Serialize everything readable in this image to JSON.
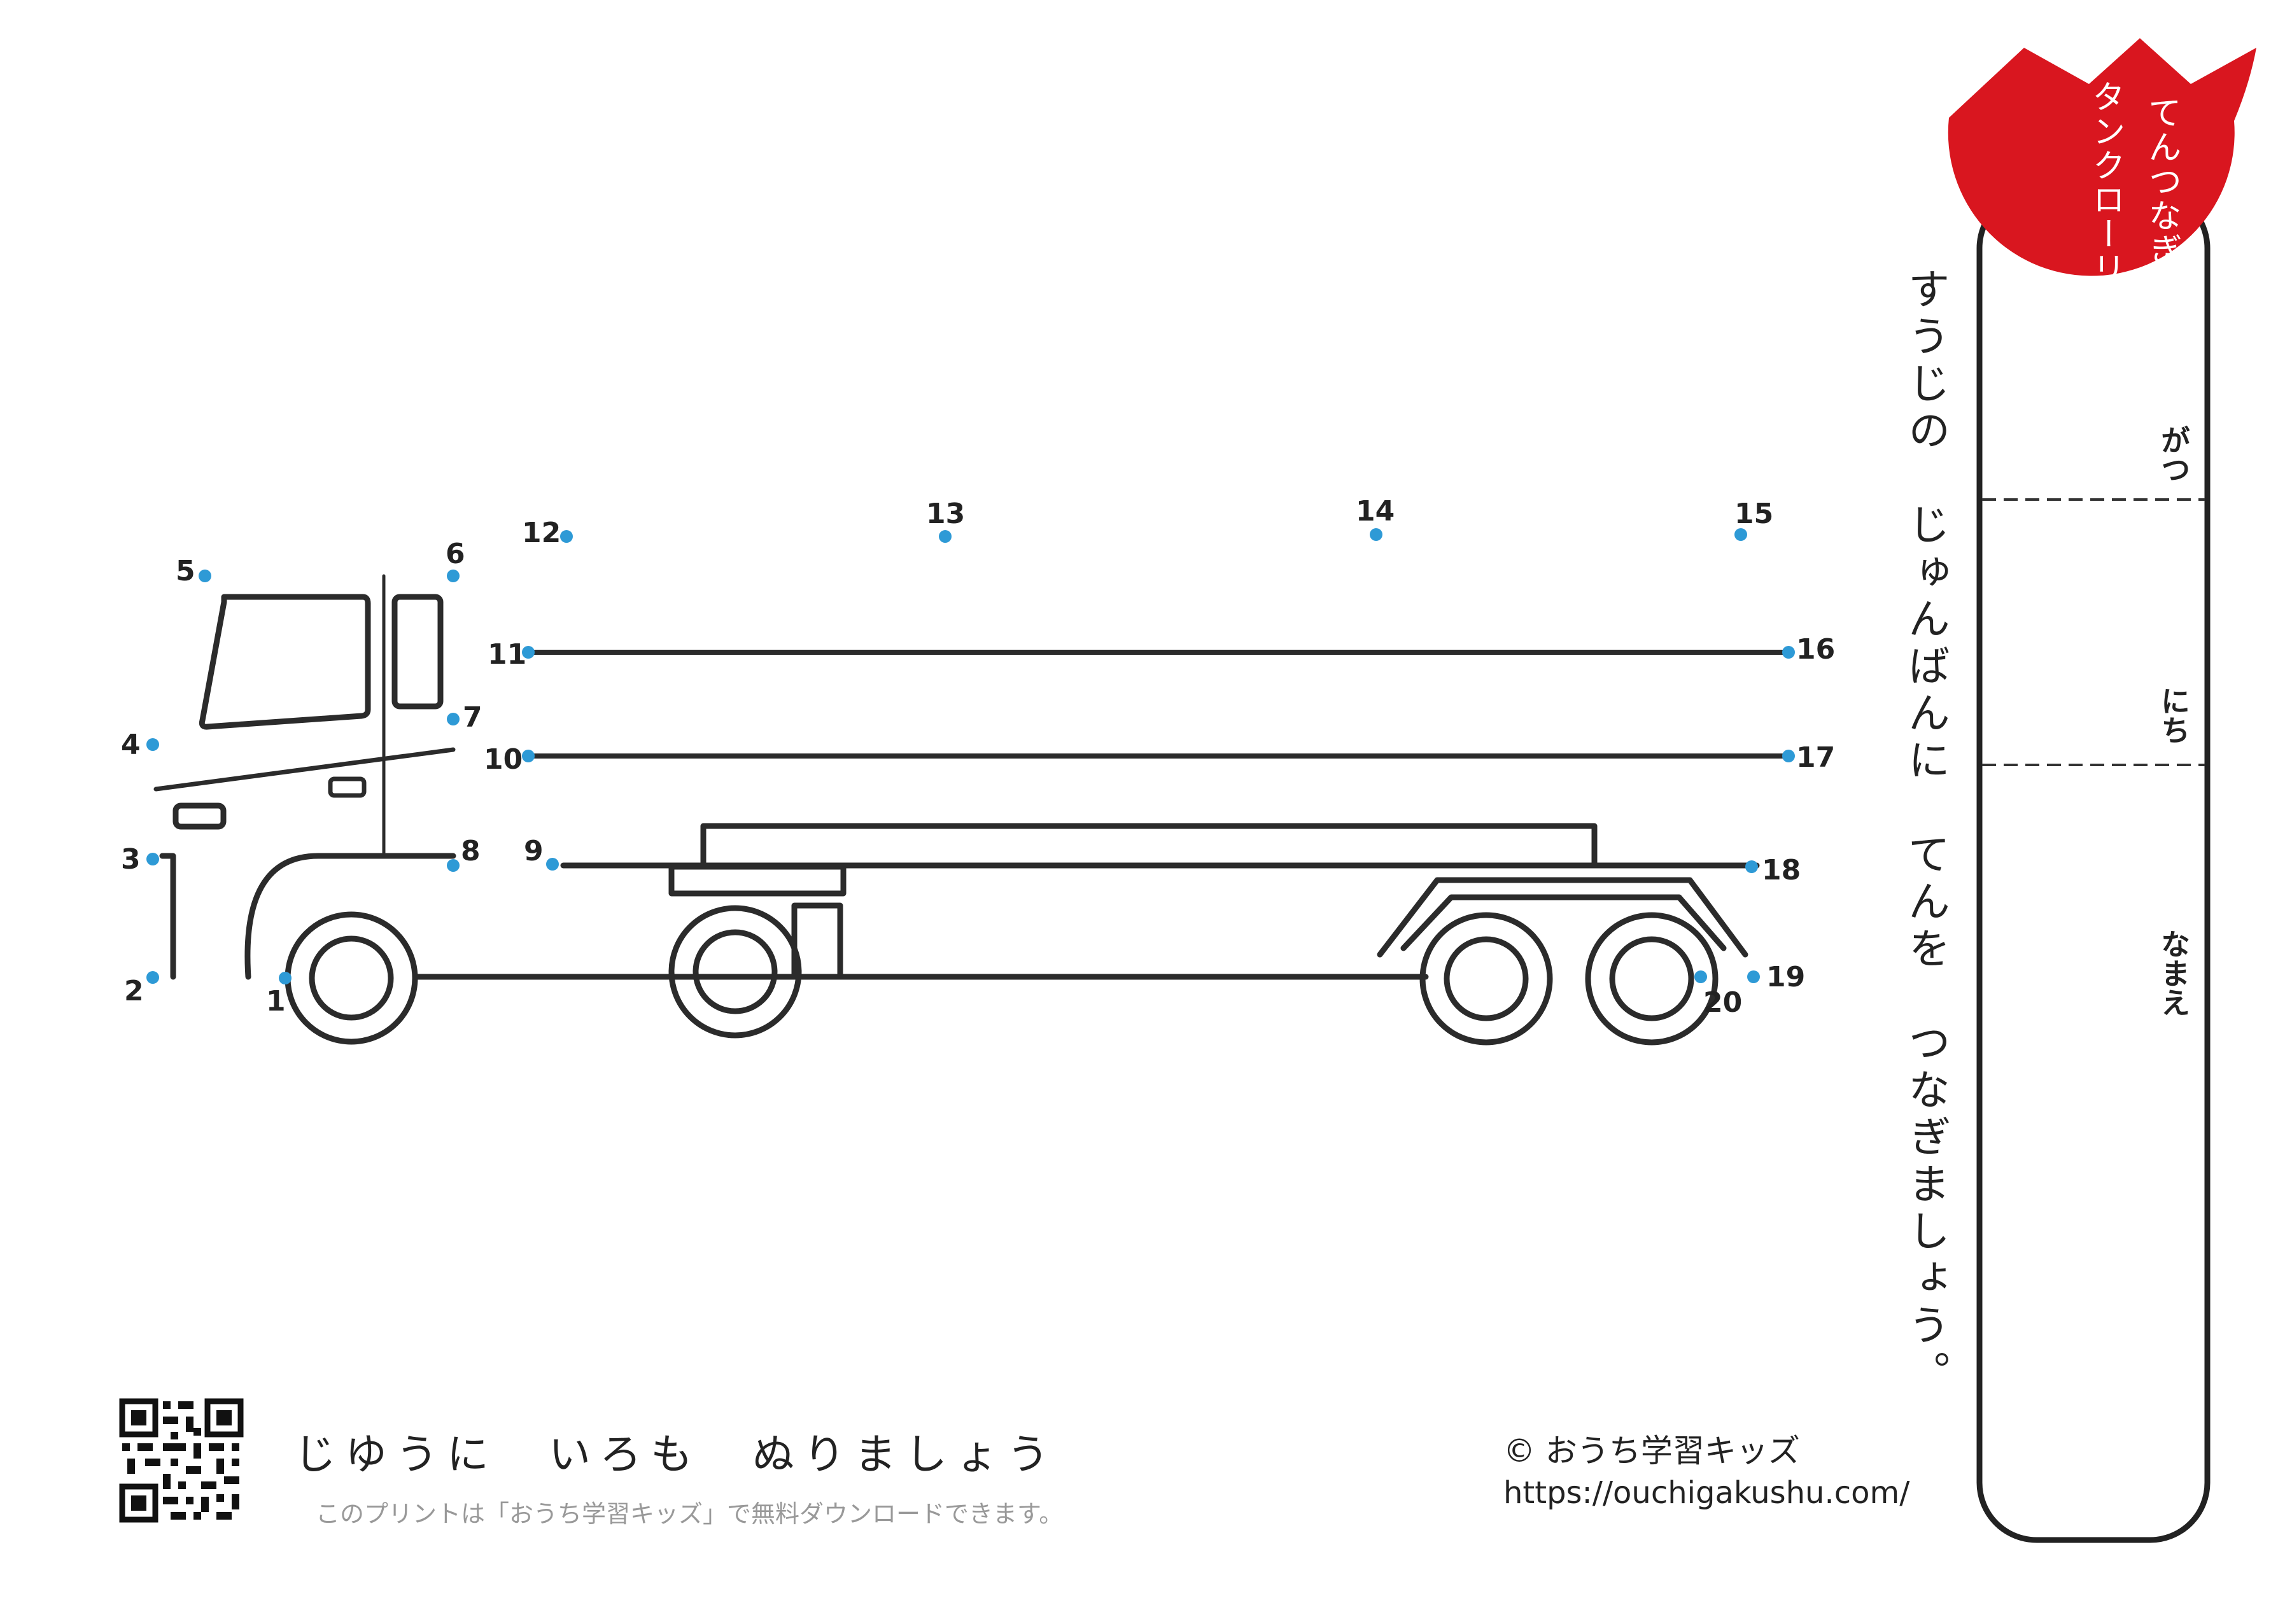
{
  "worksheet": {
    "title_main": "てんつなぎ",
    "title_sub": "タンクローリー",
    "instruction": "すうじの　じゅんばんに　てんを　つなぎましょう。",
    "fields": {
      "month": "がつ",
      "day": "にち",
      "name": "なまえ"
    },
    "coloring_note": "じゆうに　いろも　ぬりましょう",
    "download_note": "このプリントは「おうち学習キッズ」で無料ダウンロードできます。",
    "copyright": "© おうち学習キッズ",
    "url": "https://ouchigakushu.com/"
  },
  "colors": {
    "dot": "#2e9ad6",
    "line": "#2b2b2b",
    "badge": "#d9161f"
  },
  "dots": [
    "1",
    "2",
    "3",
    "4",
    "5",
    "6",
    "7",
    "8",
    "9",
    "10",
    "11",
    "12",
    "13",
    "14",
    "15",
    "16",
    "17",
    "18",
    "19",
    "20"
  ]
}
